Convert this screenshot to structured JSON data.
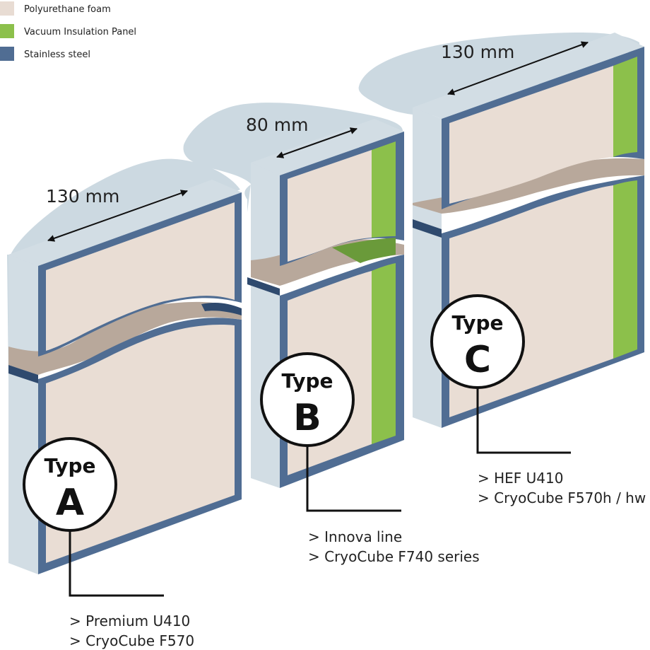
{
  "legend": [
    {
      "label": "Polyurethane foam",
      "color": "#e8dcd3"
    },
    {
      "label": "Vacuum Insulation Panel",
      "color": "#8cc04b"
    },
    {
      "label": "Stainless steel",
      "color": "#506d93"
    }
  ],
  "colors": {
    "foam": "#e9ddd4",
    "vip": "#8cc04b",
    "steel": "#506d93",
    "steel_dark": "#2f4a6e",
    "side": "#d2dde4",
    "shadow": "#ccd9e1",
    "cut_face": "#b8a89b"
  },
  "panels": {
    "a": {
      "dimension": "130 mm",
      "type_word": "Type",
      "type_letter": "A",
      "models": [
        "> Premium U410",
        "> CryoCube F570"
      ]
    },
    "b": {
      "dimension": "80 mm",
      "type_word": "Type",
      "type_letter": "B",
      "models": [
        "> Innova line",
        "> CryoCube F740 series"
      ]
    },
    "c": {
      "dimension": "130 mm",
      "type_word": "Type",
      "type_letter": "C",
      "models": [
        "> HEF U410",
        "> CryoCube F570h / hw"
      ]
    }
  }
}
